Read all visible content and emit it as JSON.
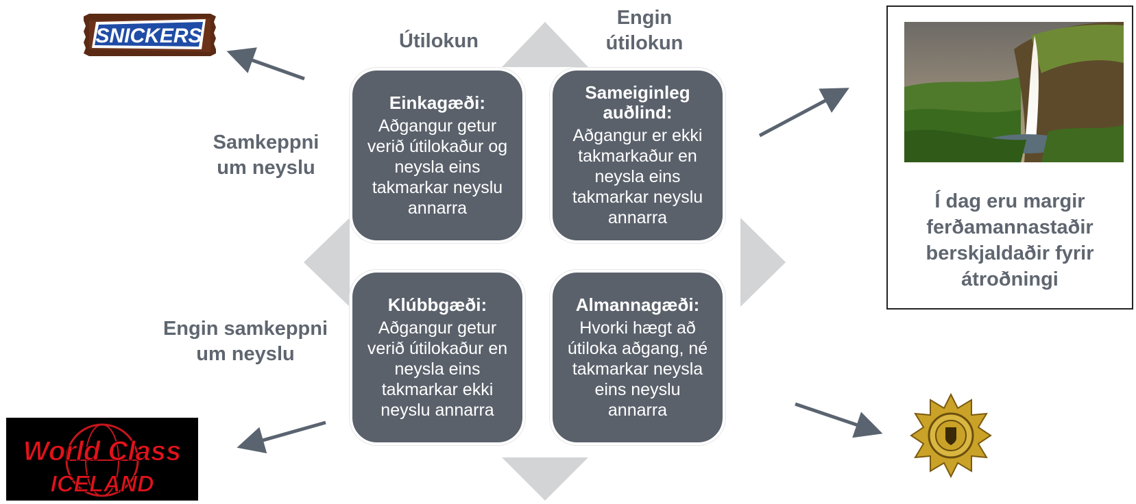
{
  "columns": {
    "left": "Útilokun",
    "right": "Engin\nútilokun"
  },
  "rows": {
    "top": "Samkeppni\num neyslu",
    "bottom": "Engin samkeppni\num neyslu"
  },
  "quadrants": [
    {
      "title": "Einkagæði:",
      "body": "Aðgangur getur verið útilokaður og neysla eins takmarkar neyslu annarra"
    },
    {
      "title": "Sameiginleg auðlind:",
      "body": "Aðgangur er ekki takmarkaður en neysla eins takmarkar neyslu annarra"
    },
    {
      "title": "Klúbbgæði:",
      "body": "Aðgangur getur verið útilokaður en neysla eins takmarkar ekki neyslu annarra"
    },
    {
      "title": "Almannagæði:",
      "body": "Hvorki hægt að útiloka aðgang, né takmarkar neysla eins neyslu annarra"
    }
  ],
  "examples": {
    "snickers_logo": "SNICKERS",
    "worldclass_logo_line1": "World Class",
    "worldclass_logo_line2": "ICELAND",
    "panel_caption": "Í dag eru margir ferðamannastaðir berskjaldaðir fyrir átroðningi"
  },
  "colors": {
    "box": "#5a616b",
    "text_gray": "#5f6670",
    "diamond": "#d3d4d6",
    "arrow": "#5a6470"
  }
}
